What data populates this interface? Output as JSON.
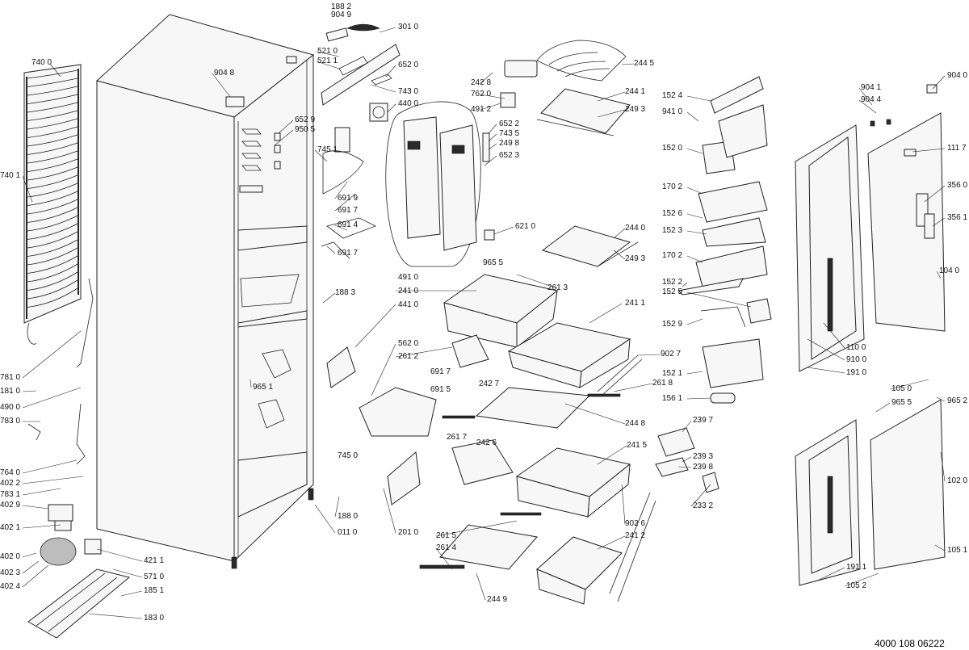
{
  "document_number": "4000 108 06222",
  "part_labels": {
    "p1882": "188 2",
    "p9049": "904 9",
    "p3010": "301 0",
    "p5210": "521 0",
    "p5211": "521 1",
    "p6520": "652 0",
    "p9048": "904 8",
    "p7430": "743 0",
    "p4400": "440 0",
    "p6529": "652 9",
    "p9505": "950 5",
    "p7451": "745 1",
    "p6919": "691 9",
    "p6917a": "691 7",
    "p6914": "691 4",
    "p6917b": "691 7",
    "p2428": "242 8",
    "p7620": "762 0",
    "p4912": "491 2",
    "p6522": "652 2",
    "p7435": "743 5",
    "p2498": "249 8",
    "p6523": "652 3",
    "p2445": "244 5",
    "p2441": "244 1",
    "p2493a": "249 3",
    "p6210": "621 0",
    "p2440": "244 0",
    "p2493b": "249 3",
    "p9655a": "965 5",
    "p2613": "261 3",
    "p1883": "188 3",
    "p4910": "491 0",
    "p2410": "241 0",
    "p4410": "441 0",
    "p2411": "241 1",
    "p5620": "562 0",
    "p2612": "261 2",
    "p9027": "902 7",
    "p6917c": "691 7",
    "p6915": "691 5",
    "p2427": "242 7",
    "p2618": "261 8",
    "p9651": "965 1",
    "p2448": "244 8",
    "p2617": "261 7",
    "p2426": "242 6",
    "p2415": "241 5",
    "p7450": "745 0",
    "p2010": "201 0",
    "p1880": "188 0",
    "p0110": "011 0",
    "p2615": "261 5",
    "p2614": "261 4",
    "p9026": "902 6",
    "p2412": "241 2",
    "p2449": "244 9",
    "p7400": "740 0",
    "p7401": "740 1",
    "p7810": "781 0",
    "p1810": "181 0",
    "p4900": "490 0",
    "p7830": "783 0",
    "p7640": "764 0",
    "p4022": "402 2",
    "p7831": "783 1",
    "p4029": "402 9",
    "p4021": "402 1",
    "p4020": "402 0",
    "p4023": "402 3",
    "p4024": "402 4",
    "p4211": "421 1",
    "p5710": "571 0",
    "p1851": "185 1",
    "p1830": "183 0",
    "p1524": "152 4",
    "p9410": "941 0",
    "p1520": "152 0",
    "p1702a": "170 2",
    "p1526": "152 6",
    "p1523": "152 3",
    "p1702b": "170 2",
    "p1522": "152 2",
    "p1525": "152 5",
    "p1529": "152 9",
    "p1521": "152 1",
    "p1561": "156 1",
    "p2397": "239 7",
    "p2393": "239 3",
    "p2398": "239 8",
    "p2332": "233 2",
    "p9041": "904 1",
    "p9044": "904 4",
    "p9040": "904 0",
    "p1117": "111 7",
    "p3560": "356 0",
    "p3561": "356 1",
    "p1040": "104 0",
    "p1100": "110 0",
    "p9100": "910 0",
    "p1910": "191 0",
    "p1050": "105 0",
    "p9655b": "965 5",
    "p9652": "965 2",
    "p1020": "102 0",
    "p1051": "105 1",
    "p1911": "191 1",
    "p1052": "105 2"
  }
}
